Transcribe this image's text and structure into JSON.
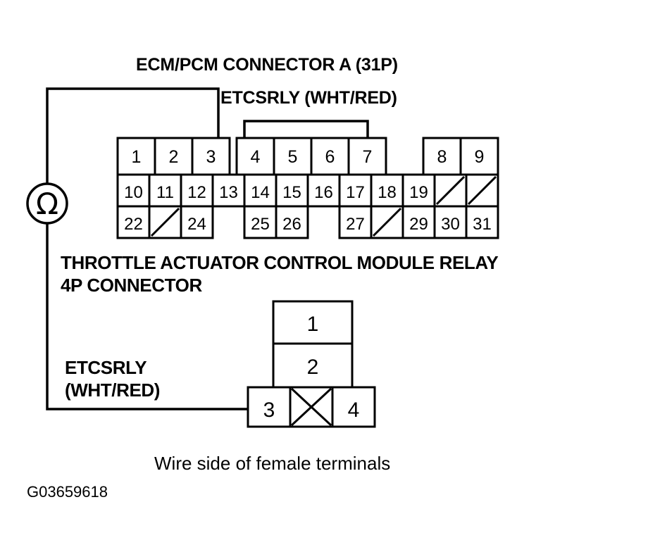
{
  "page": {
    "background_color": "#ffffff",
    "line_color": "#000000",
    "reference_id": "G03659618",
    "bottom_caption": "Wire side of female terminals"
  },
  "ecm_connector": {
    "title": "ECM/PCM CONNECTOR A (31P)",
    "wire_label": "ETCSRLY (WHT/RED)",
    "rows": [
      {
        "name": "top-row",
        "cells": [
          {
            "label": "1",
            "blank": false
          },
          {
            "label": "2",
            "blank": false
          },
          {
            "label": "3",
            "blank": false
          },
          {
            "label": "4",
            "blank": false
          },
          {
            "label": "5",
            "blank": false
          },
          {
            "label": "6",
            "blank": false
          },
          {
            "label": "7",
            "blank": false
          },
          {
            "label": "",
            "blank": true,
            "gap": true
          },
          {
            "label": "8",
            "blank": false
          },
          {
            "label": "9",
            "blank": false
          }
        ]
      },
      {
        "name": "middle-row",
        "cells": [
          {
            "label": "10",
            "blank": false
          },
          {
            "label": "11",
            "blank": false
          },
          {
            "label": "12",
            "blank": false
          },
          {
            "label": "13",
            "blank": false
          },
          {
            "label": "14",
            "blank": false
          },
          {
            "label": "15",
            "blank": false
          },
          {
            "label": "16",
            "blank": false
          },
          {
            "label": "17",
            "blank": false
          },
          {
            "label": "18",
            "blank": false
          },
          {
            "label": "19",
            "blank": false
          },
          {
            "label": "",
            "blank": false,
            "diagonal": true
          },
          {
            "label": "",
            "blank": false,
            "diagonal": true
          }
        ]
      },
      {
        "name": "bottom-row",
        "cells": [
          {
            "label": "22",
            "blank": false
          },
          {
            "label": "",
            "blank": false,
            "diagonal": true
          },
          {
            "label": "24",
            "blank": false
          },
          {
            "label": "",
            "blank": true,
            "gap": true
          },
          {
            "label": "25",
            "blank": false
          },
          {
            "label": "26",
            "blank": false
          },
          {
            "label": "",
            "blank": true,
            "gap": true
          },
          {
            "label": "27",
            "blank": false
          },
          {
            "label": "",
            "blank": false,
            "diagonal": true
          },
          {
            "label": "29",
            "blank": false
          },
          {
            "label": "30",
            "blank": false
          },
          {
            "label": "31",
            "blank": false
          }
        ]
      }
    ]
  },
  "relay_connector": {
    "title_line1": "THROTTLE ACTUATOR CONTROL MODULE RELAY",
    "title_line2": "4P CONNECTOR",
    "wire_label_line1": "ETCSRLY",
    "wire_label_line2": "(WHT/RED)",
    "pins": [
      {
        "label": "1",
        "position": "upper-stack"
      },
      {
        "label": "2",
        "position": "lower-stack"
      },
      {
        "label": "3",
        "position": "bottom-left"
      },
      {
        "label": "",
        "position": "bottom-center",
        "crossed": true
      },
      {
        "label": "4",
        "position": "bottom-right"
      }
    ]
  },
  "meter": {
    "symbol": "Ω",
    "name": "ohmmeter"
  }
}
